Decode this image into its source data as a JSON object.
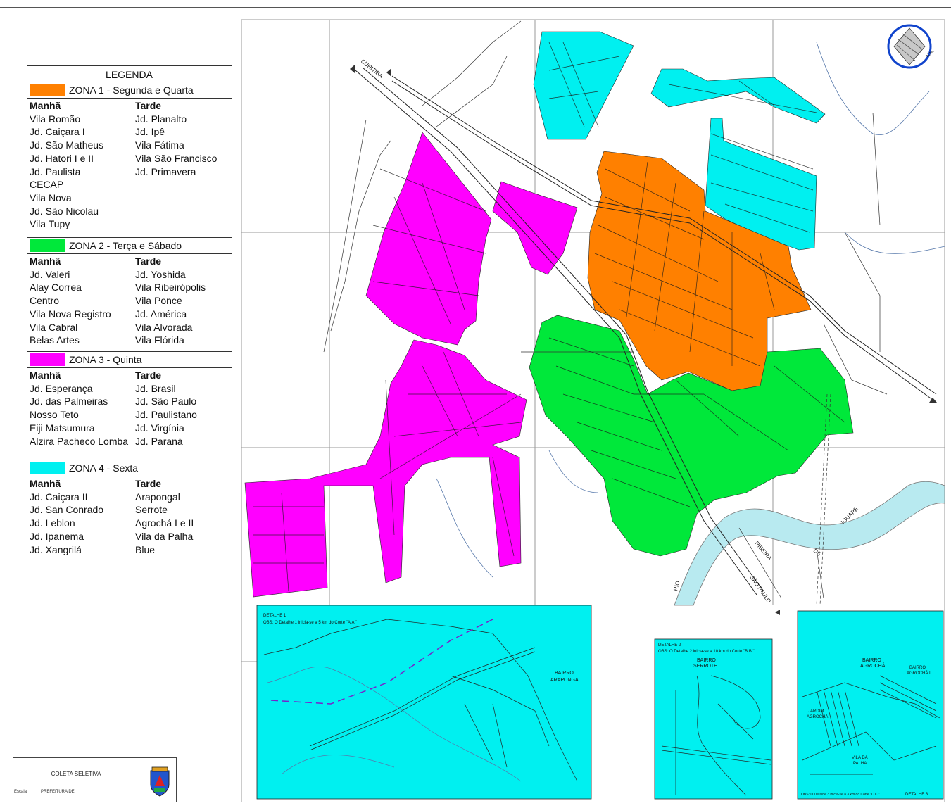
{
  "legend": {
    "title": "LEGENDA",
    "zones": [
      {
        "color": "#ff8000",
        "name": "ZONA 1 - Segunda e Quarta",
        "morning_label": "Manhã",
        "afternoon_label": "Tarde",
        "morning": [
          "Vila Romão",
          "Jd. Caiçara I",
          "Jd. São Matheus",
          "Jd. Hatori I e II",
          "Jd. Paulista",
          "CECAP",
          "Vila Nova",
          "Jd. São Nicolau",
          "Vila Tupy"
        ],
        "afternoon": [
          "Jd. Planalto",
          "Jd. Ipê",
          "Vila Fátima",
          "Vila São Francisco",
          "Jd. Primavera"
        ]
      },
      {
        "color": "#00e83a",
        "name": "ZONA 2 - Terça e Sábado",
        "morning_label": "Manhã",
        "afternoon_label": "Tarde",
        "morning": [
          "Jd. Valeri",
          "Alay Correa",
          "Centro",
          "Vila Nova Registro",
          "Vila Cabral",
          "Belas Artes"
        ],
        "afternoon": [
          "Jd. Yoshida",
          "Vila Ribeirópolis",
          "Vila Ponce",
          "Jd. América",
          "Vila Alvorada",
          "Vila Flórida"
        ]
      },
      {
        "color": "#ff00ff",
        "name": "ZONA 3 - Quinta",
        "morning_label": "Manhã",
        "afternoon_label": "Tarde",
        "morning": [
          "Jd. Esperança",
          "Jd. das Palmeiras",
          "Nosso Teto",
          "Eiji Matsumura",
          "Alzira Pacheco Lomba"
        ],
        "afternoon": [
          "Jd. Brasil",
          "Jd. São Paulo",
          "Jd. Paulistano",
          "Jd. Virgínia",
          "Jd. Paraná"
        ]
      },
      {
        "color": "#00f0f0",
        "name": "ZONA 4 - Sexta",
        "morning_label": "Manhã",
        "afternoon_label": "Tarde",
        "morning": [
          "Jd. Caiçara II",
          "Jd. San Conrado",
          "Jd. Leblon",
          "Jd. Ipanema",
          "Jd. Xangrilá"
        ],
        "afternoon": [
          "Arapongal",
          "Serrote",
          "Agrochá I e II",
          "Vila da Palha",
          "Blue"
        ]
      }
    ]
  },
  "title_block": {
    "title": "COLETA SELETIVA",
    "org": "PREFEITURA DE",
    "small": "Escala"
  },
  "map_labels": {
    "river_rio": "RIO",
    "river_ribeira": "RIBEIRA",
    "river_de": "DE",
    "river_iguape": "IGUAPE",
    "road_sao_paulo": "SÃO PAULO",
    "road_curitiba": "CURITIBA",
    "north": "N.M."
  },
  "details": {
    "d1_title": "DETALHE 1",
    "d1_note": "OBS: O Detalhe 1 inicia-se a 5 km do Corte \"A.A.\"",
    "d1_bairro": "BAIRRO",
    "d1_name": "ARAPONGAL",
    "d2_title": "DETALHE 2",
    "d2_note": "OBS: O Detalhe 2 inicia-se a 10 km do Corte \"B.B.\"",
    "d2_bairro": "BAIRRO",
    "d2_name": "SERROTE",
    "d3_bairro1": "BAIRRO",
    "d3_name1": "AGROCHÁ",
    "d3_name2": "BAIRRO",
    "d3_name2b": "AGROCHÁ II",
    "d3_jardim": "JARDIM",
    "d3_jardim2": "AGROCHÁ",
    "d3_vila": "VILA DA",
    "d3_vila2": "PALHA",
    "d3_note": "OBS: O Detalhe 3 inicia-se a 3 km do Corte \"C.C.\"",
    "d3_title": "DETALHE 3"
  },
  "colors": {
    "zona1": "#ff8000",
    "zona2": "#00e83a",
    "zona3": "#ff00ff",
    "zona4": "#00f0f0",
    "river": "#b8eaf0",
    "road": "#333333"
  }
}
